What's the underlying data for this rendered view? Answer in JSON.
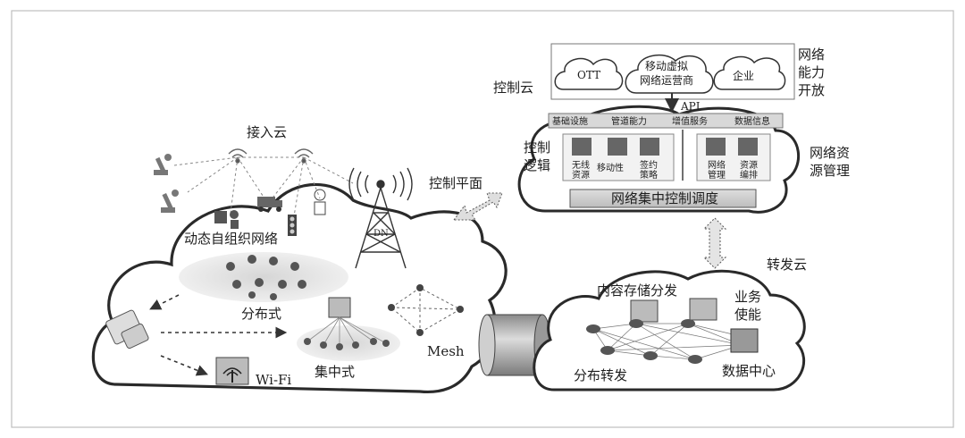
{
  "diagram": {
    "access_cloud": {
      "title": "接入云",
      "dynamic_network": "动态自组织网络",
      "distributed": "分布式",
      "centralized": "集中式",
      "mesh": "Mesh",
      "wifi": "Wi-Fi",
      "tower": "DN"
    },
    "control_plane": "控制平面",
    "control_cloud": {
      "title": "控制云",
      "ott": "OTT",
      "mvno_line1": "移动虚拟",
      "mvno_line2": "网络运营商",
      "enterprise": "企业",
      "api": "API",
      "open_line1": "网络",
      "open_line2": "能力",
      "open_line3": "开放",
      "capabilities": [
        "基础设施",
        "管道能力",
        "增值服务",
        "数据信息"
      ],
      "logic_line1": "控制",
      "logic_line2": "逻辑",
      "modules": [
        {
          "line1": "无线",
          "line2": "资源"
        },
        {
          "line1": "移动性",
          "line2": ""
        },
        {
          "line1": "签约",
          "line2": "策略"
        },
        {
          "line1": "网络",
          "line2": "管理"
        },
        {
          "line1": "资源",
          "line2": "编排"
        }
      ],
      "scheduler": "网络集中控制调度",
      "res_line1": "网络资",
      "res_line2": "源管理"
    },
    "forward_cloud": {
      "title": "转发云",
      "storage": "内容存储分发",
      "biz_line1": "业务",
      "biz_line2": "使能",
      "distributed_fwd": "分布转发",
      "datacenter": "数据中心"
    }
  }
}
